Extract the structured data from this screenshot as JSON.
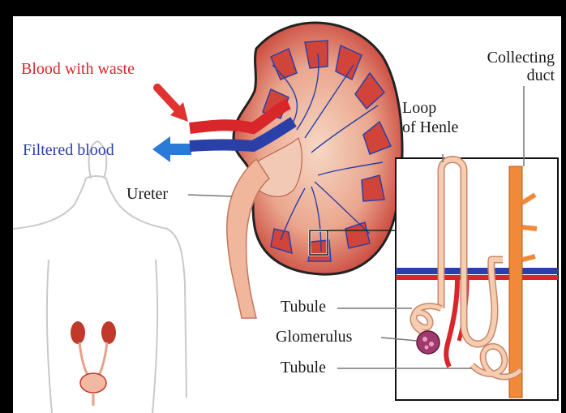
{
  "labels": {
    "blood_with_waste": "Blood with waste",
    "filtered_blood": "Filtered blood",
    "ureter": "Ureter",
    "collecting_duct_line1": "Collecting",
    "collecting_duct_line2": "duct",
    "loop_line1": "Loop",
    "loop_line2": "of Henle",
    "tubule_upper": "Tubule",
    "glomerulus": "Glomerulus",
    "tubule_lower": "Tubule"
  },
  "colors": {
    "artery": "#d8262b",
    "vein": "#2a3fa8",
    "kidney_tissue": "#e8a08a",
    "kidney_outer": "#c0392b",
    "duct": "#f08a3a",
    "tubule": "#f5cdb0"
  }
}
